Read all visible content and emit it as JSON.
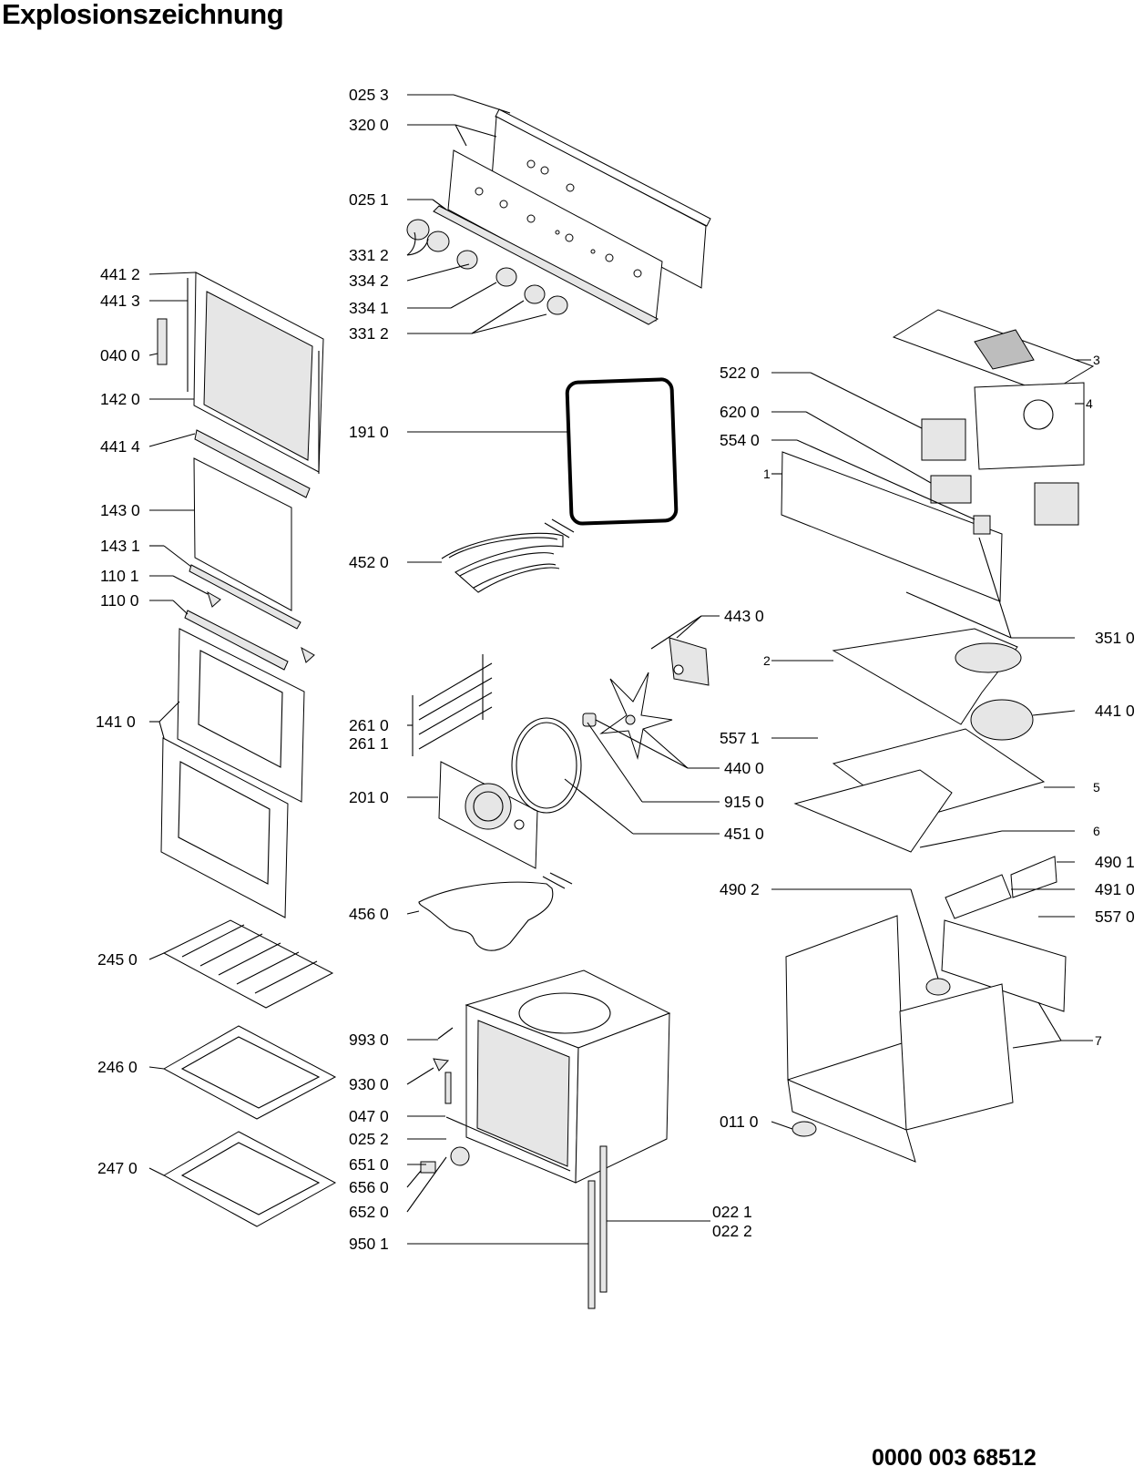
{
  "title": "Explosionszeichnung",
  "document_number": "0000 003 68512",
  "callouts": {
    "c0253": "025 3",
    "c3200": "320 0",
    "c0251": "025 1",
    "c3312a": "331 2",
    "c3342": "334 2",
    "c3341": "334 1",
    "c3312b": "331 2",
    "c1910": "191 0",
    "c4520": "452 0",
    "c2610": "261 0",
    "c2611": "261 1",
    "c2010": "201 0",
    "c4560": "456 0",
    "c9930": "993 0",
    "c9300": "930 0",
    "c0470": "047 0",
    "c0252": "025 2",
    "c6510": "651 0",
    "c6560": "656 0",
    "c6520": "652 0",
    "c9501": "950 1",
    "c4412": "441 2",
    "c4413": "441 3",
    "c0400": "040 0",
    "c1420": "142 0",
    "c4414": "441 4",
    "c1430": "143 0",
    "c1431": "143 1",
    "c1101": "110 1",
    "c1100": "110 0",
    "c1410": "141 0",
    "c2450": "245 0",
    "c2460": "246 0",
    "c2470": "247 0",
    "c5220": "522 0",
    "c6200": "620 0",
    "c5540": "554 0",
    "c3": "3",
    "c4": "4",
    "c1": "1",
    "c3510": "351 0",
    "c4430": "443 0",
    "c2": "2",
    "c4410": "441 0",
    "c5571": "557 1",
    "c4400": "440 0",
    "c5": "5",
    "c9150": "915 0",
    "c6": "6",
    "c4510": "451 0",
    "c4901": "490 1",
    "c4902": "490 2",
    "c4910": "491 0",
    "c5570": "557 0",
    "c7": "7",
    "c0110": "011 0",
    "c0221": "022 1",
    "c0222": "022 2"
  }
}
